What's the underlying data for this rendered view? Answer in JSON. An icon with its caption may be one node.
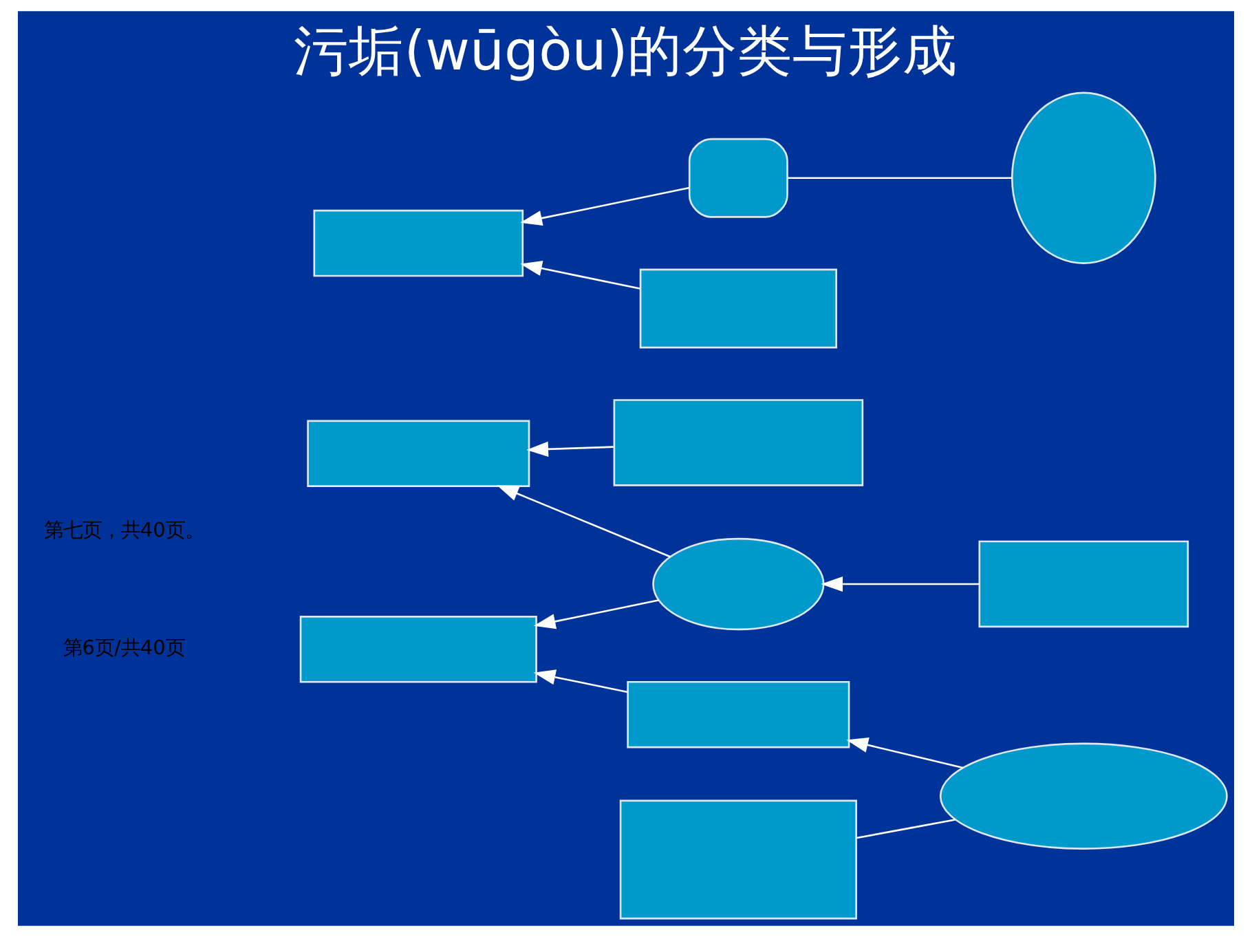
{
  "diagram": {
    "title": "污垢(wūgòu)的分类与形成",
    "nodes": [
      {
        "text": [],
        "shape": "box"
      },
      {
        "text": [],
        "shape": "ellipse"
      },
      {
        "text": [],
        "shape": "ellipse"
      },
      {
        "text": [],
        "shape": "box"
      },
      {
        "text": [],
        "shape": "box"
      },
      {
        "text": [],
        "shape": "box"
      },
      {
        "text": [],
        "shape": "box"
      },
      {
        "text": [],
        "shape": "box"
      },
      {
        "text": [],
        "shape": "ellipse"
      },
      {
        "text": [],
        "shape": "box"
      },
      {
        "text": [],
        "shape": "box"
      },
      {
        "text": [],
        "shape": "box"
      }
    ],
    "edges": [
      {
        "from": 1,
        "to": 0,
        "arrow": "to"
      },
      {
        "from": 0,
        "to": 4,
        "arrow": "to"
      },
      {
        "from": 2,
        "to": 4,
        "arrow": "to"
      },
      {
        "from": 2,
        "to": 7,
        "arrow": "to"
      },
      {
        "from": 5,
        "to": 2,
        "arrow": "to"
      },
      {
        "from": 1,
        "to": 3,
        "arrow": "none"
      },
      {
        "from": 6,
        "to": 7,
        "arrow": "to"
      },
      {
        "from": 8,
        "to": 9,
        "arrow": "none"
      },
      {
        "from": 9,
        "to": 10,
        "arrow": "to"
      },
      {
        "from": 11,
        "to": 10,
        "arrow": "to"
      }
    ],
    "labels": [
      "第6页/共40页",
      "第七页，共40页。"
    ]
  }
}
